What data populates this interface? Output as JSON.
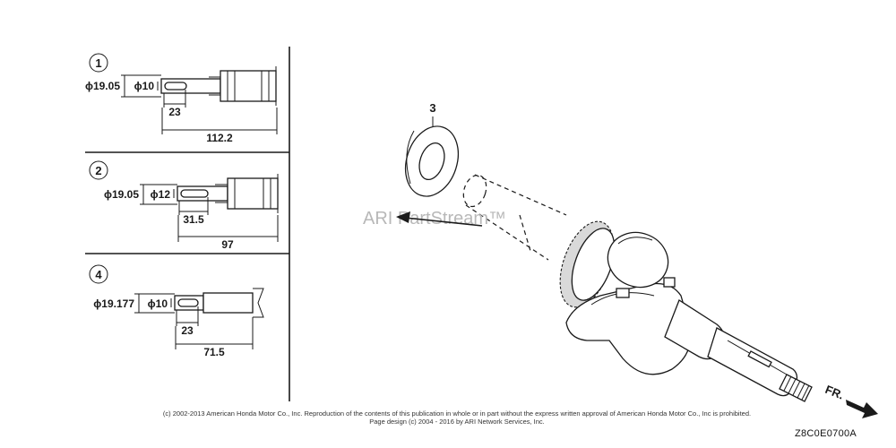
{
  "variants": [
    {
      "id": "1",
      "outer_dia": "ϕ19.05",
      "inner_dia": "ϕ10",
      "key_len": "23",
      "total_len": "112.2"
    },
    {
      "id": "2",
      "outer_dia": "ϕ19.05",
      "inner_dia": "ϕ12",
      "key_len": "31.5",
      "total_len": "97"
    },
    {
      "id": "4",
      "outer_dia": "ϕ19.177",
      "inner_dia": "ϕ10",
      "key_len": "23",
      "total_len": "71.5"
    }
  ],
  "callout": "3",
  "direction_label": "FR.",
  "watermark": "ARI PartStream™",
  "copyright_line1": "(c) 2002-2013 American Honda Motor Co., Inc. Reproduction of the contents of this publication in whole or in part without the express written approval of American Honda Motor Co., Inc is prohibited.",
  "copyright_line2": "Page design (c) 2004 - 2016 by ARI Network Services, Inc.",
  "drawing_code": "Z8C0E0700A"
}
